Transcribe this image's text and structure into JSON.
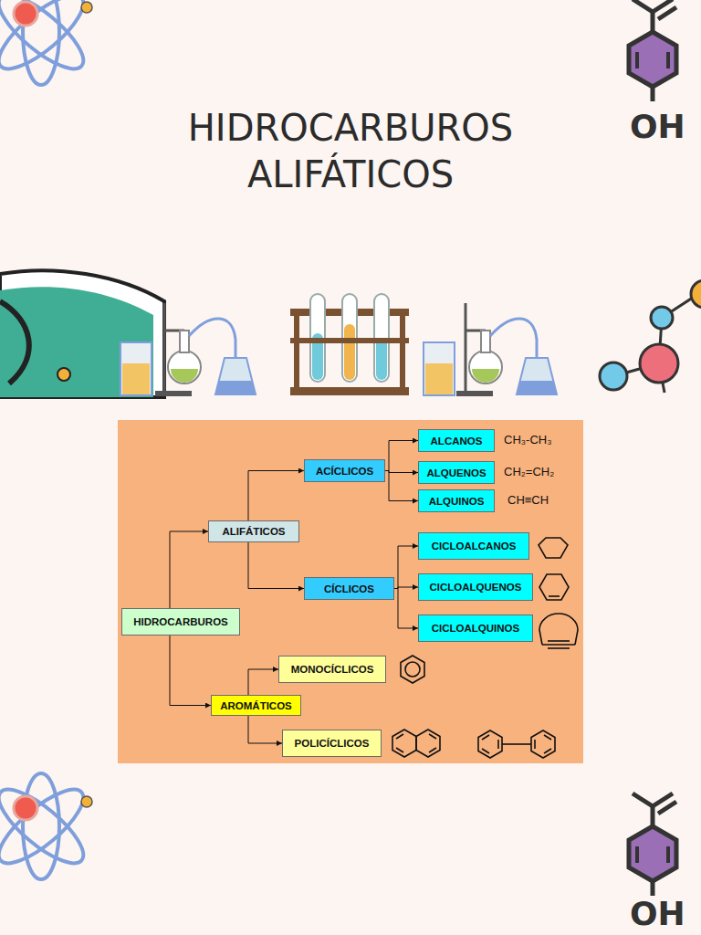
{
  "diagram": {
    "title": "HIDROCARBUROS ALIFÁTICOS",
    "nodes": [
      {
        "text": [
          "HIDROCARBUROS"
        ]
      },
      {
        "text": [
          "ALIFÁTICOS"
        ]
      },
      {
        "text": [
          "ACÍCLICOS"
        ]
      },
      {
        "text": [
          "ALCANOS"
        ]
      },
      {
        "text": [
          "ALQUENOS"
        ]
      },
      {
        "text": [
          "ALQUINOS"
        ]
      },
      {
        "text": [
          "CÍCLICOS"
        ]
      },
      {
        "text": [
          "CICLOALCANOS"
        ]
      },
      {
        "text": [
          "CICLOALQUENOS"
        ]
      },
      {
        "text": [
          "CICLOALQUINOS"
        ]
      },
      {
        "text": [
          "AROMÁTICOS"
        ]
      },
      {
        "text": [
          "MONOCÍCLICOS"
        ]
      },
      {
        "text": [
          "POLICÍCLICOS"
        ]
      }
    ],
    "edges": [
      {
        "from": 0,
        "to": 1,
        "arrow": "to"
      },
      {
        "from": 0,
        "to": 10,
        "arrow": "to"
      },
      {
        "from": 1,
        "to": 2,
        "arrow": "to"
      },
      {
        "from": 1,
        "to": 6,
        "arrow": "to"
      },
      {
        "from": 2,
        "to": 3,
        "arrow": "to"
      },
      {
        "from": 2,
        "to": 4,
        "arrow": "to"
      },
      {
        "from": 2,
        "to": 5,
        "arrow": "to"
      },
      {
        "from": 6,
        "to": 7,
        "arrow": "to"
      },
      {
        "from": 6,
        "to": 8,
        "arrow": "to"
      },
      {
        "from": 6,
        "to": 9,
        "arrow": "to"
      },
      {
        "from": 10,
        "to": 11,
        "arrow": "to"
      },
      {
        "from": 10,
        "to": 12,
        "arrow": "to"
      }
    ],
    "labels": [
      "CH₃-CH₃",
      "CH₂=CH₂",
      "CH≡CH",
      "OH",
      "OH"
    ]
  }
}
